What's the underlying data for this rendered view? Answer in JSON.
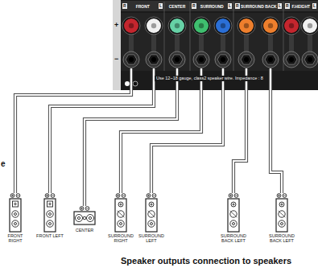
{
  "diagram": {
    "caption": "Speaker outputs connection to speakers",
    "nodes": [
      {
        "text": [
          "Use 12~18 gauge, class2 speaker wire. Impedance : 8"
        ]
      },
      {
        "text": [
          "R",
          "FRONT",
          "L"
        ],
        "in": 0
      },
      {
        "text": [
          "CENTER"
        ],
        "in": 0
      },
      {
        "text": [
          "R",
          "SURROUND",
          "L"
        ],
        "in": 0
      },
      {
        "text": [
          "R",
          "SURROUND BACK",
          "L"
        ],
        "in": 0
      },
      {
        "text": [
          "R",
          "F.HEIGHT",
          "L"
        ],
        "in": 0
      },
      {
        "text": [
          "FRONT RIGHT"
        ]
      },
      {
        "text": [
          "FRONT LEFT"
        ]
      },
      {
        "text": [
          "CENTER"
        ]
      },
      {
        "text": [
          "SURROUND RIGHT"
        ]
      },
      {
        "text": [
          "SURROUND LEFT"
        ]
      },
      {
        "text": [
          "SURROUND BACK LEFT"
        ]
      },
      {
        "text": [
          "SURROUND BACK LEFT"
        ]
      }
    ],
    "edges": [
      {
        "from": 1,
        "to": 6,
        "arrow": "none"
      },
      {
        "from": 1,
        "to": 7,
        "arrow": "none"
      },
      {
        "from": 2,
        "to": 8,
        "arrow": "none"
      },
      {
        "from": 3,
        "to": 9,
        "arrow": "none"
      },
      {
        "from": 3,
        "to": 10,
        "arrow": "none"
      },
      {
        "from": 4,
        "to": 11,
        "arrow": "none"
      },
      {
        "from": 4,
        "to": 12,
        "arrow": "none"
      }
    ],
    "labels": [
      "+",
      "−",
      "e"
    ]
  }
}
